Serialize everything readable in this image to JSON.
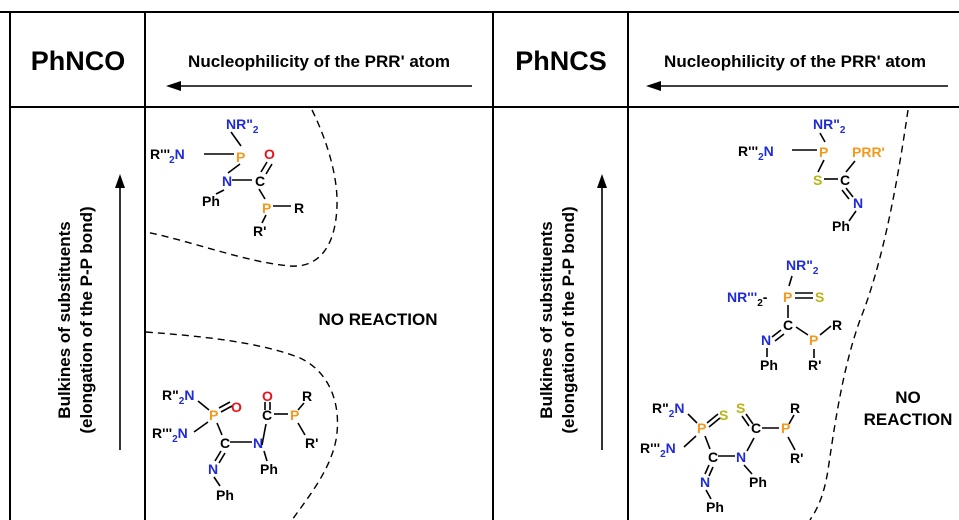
{
  "header": {
    "left_reagent": "PhNCO",
    "right_reagent": "PhNCS",
    "nucleophilicity_left": "Nucleophilicity of the PRR' atom",
    "nucleophilicity_right": "Nucleophilicity of the PRR' atom"
  },
  "side_axis": {
    "left_line1": "Bulkines of substituents",
    "left_line2": "(elongation of the P-P bond)",
    "right_line1": "Bulkines of substituents",
    "right_line2": "(elongation of the P-P bond)"
  },
  "regions": {
    "no_reaction_left": "NO REACTION",
    "no_reaction_right_line1": "NO",
    "no_reaction_right_line2": "REACTION"
  },
  "atoms": {
    "NR2": "NR\"",
    "sub2": "2",
    "R3N": "R'''",
    "R3N_tail": "N",
    "R2N_lead": "R\"",
    "R2N_N": "N",
    "P": "P",
    "N": "N",
    "C": "C",
    "O": "O",
    "S": "S",
    "R": "R",
    "Rp": "R'",
    "Ph": "Ph",
    "PRR": "PRR'",
    "NR3_lead": "NR'''",
    "dash": "-"
  },
  "colors": {
    "nitrogen": "#1f2bd6",
    "phosphorus": "#f39a1e",
    "oxygen": "#e8131b",
    "sulfur": "#b9b414",
    "carbon": "#000000"
  }
}
